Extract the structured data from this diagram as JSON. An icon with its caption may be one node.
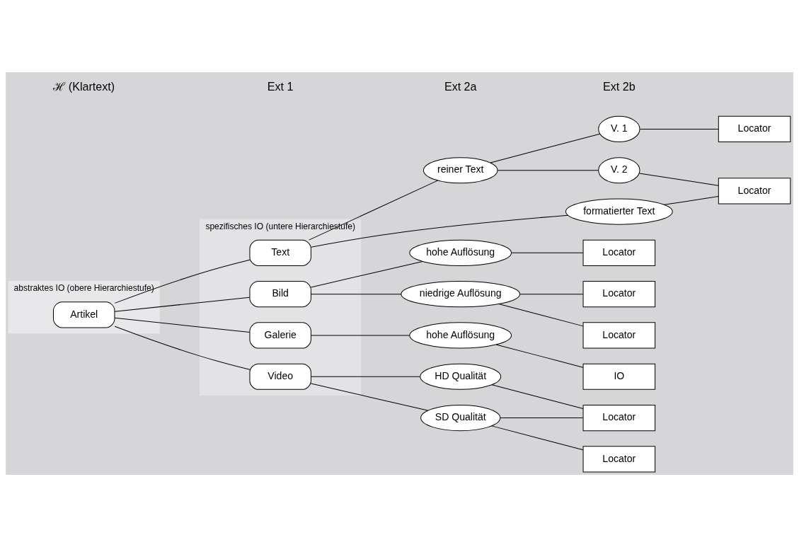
{
  "diagram": {
    "nodes": [
      {
        "text": [
          "abstraktes IO (obere Hierarchiestufe)"
        ]
      },
      {
        "text": [
          "Artikel"
        ],
        "in": 0
      },
      {
        "text": [
          "spezifisches IO (untere Hierarchiestufe)"
        ]
      },
      {
        "text": [
          "Text"
        ],
        "in": 2
      },
      {
        "text": [
          "Bild"
        ],
        "in": 2
      },
      {
        "text": [
          "Galerie"
        ],
        "in": 2
      },
      {
        "text": [
          "Video"
        ],
        "in": 2
      },
      {
        "text": [
          "reiner Text"
        ]
      },
      {
        "text": [
          "formatierter Text"
        ]
      },
      {
        "text": [
          "hohe Auflösung"
        ]
      },
      {
        "text": [
          "niedrige Auflösung"
        ]
      },
      {
        "text": [
          "hohe Auflösung"
        ]
      },
      {
        "text": [
          "HD Qualität"
        ]
      },
      {
        "text": [
          "SD Qualität"
        ]
      },
      {
        "text": [
          "V. 1"
        ]
      },
      {
        "text": [
          "V. 2"
        ]
      },
      {
        "text": [
          "Locator"
        ]
      },
      {
        "text": [
          "Locator"
        ]
      },
      {
        "text": [
          "Locator"
        ]
      },
      {
        "text": [
          "Locator"
        ]
      },
      {
        "text": [
          "Locator"
        ]
      },
      {
        "text": [
          "IO"
        ]
      },
      {
        "text": [
          "Locator"
        ]
      },
      {
        "text": [
          "Locator"
        ]
      }
    ],
    "edges": [
      {
        "from": 1,
        "to": 3,
        "arrow": "none"
      },
      {
        "from": 1,
        "to": 4,
        "arrow": "none"
      },
      {
        "from": 1,
        "to": 5,
        "arrow": "none"
      },
      {
        "from": 1,
        "to": 6,
        "arrow": "none"
      },
      {
        "from": 3,
        "to": 7,
        "arrow": "none"
      },
      {
        "from": 3,
        "to": 8,
        "arrow": "none"
      },
      {
        "from": 4,
        "to": 9,
        "arrow": "none"
      },
      {
        "from": 4,
        "to": 10,
        "arrow": "none"
      },
      {
        "from": 5,
        "to": 11,
        "arrow": "none"
      },
      {
        "from": 6,
        "to": 12,
        "arrow": "none"
      },
      {
        "from": 6,
        "to": 13,
        "arrow": "none"
      },
      {
        "from": 7,
        "to": 14,
        "arrow": "none"
      },
      {
        "from": 7,
        "to": 15,
        "arrow": "none"
      },
      {
        "from": 14,
        "to": 16,
        "arrow": "none"
      },
      {
        "from": 15,
        "to": 17,
        "arrow": "none"
      },
      {
        "from": 8,
        "to": 17,
        "arrow": "none"
      },
      {
        "from": 9,
        "to": 18,
        "arrow": "none"
      },
      {
        "from": 10,
        "to": 19,
        "arrow": "none"
      },
      {
        "from": 10,
        "to": 20,
        "arrow": "none"
      },
      {
        "from": 11,
        "to": 21,
        "arrow": "none"
      },
      {
        "from": 12,
        "to": 22,
        "arrow": "none"
      },
      {
        "from": 13,
        "to": 22,
        "arrow": "none"
      },
      {
        "from": 13,
        "to": 23,
        "arrow": "none"
      }
    ],
    "labels": [
      "ℋ (Klartext)",
      "Ext 1",
      "Ext 2a",
      "Ext 2b"
    ]
  }
}
